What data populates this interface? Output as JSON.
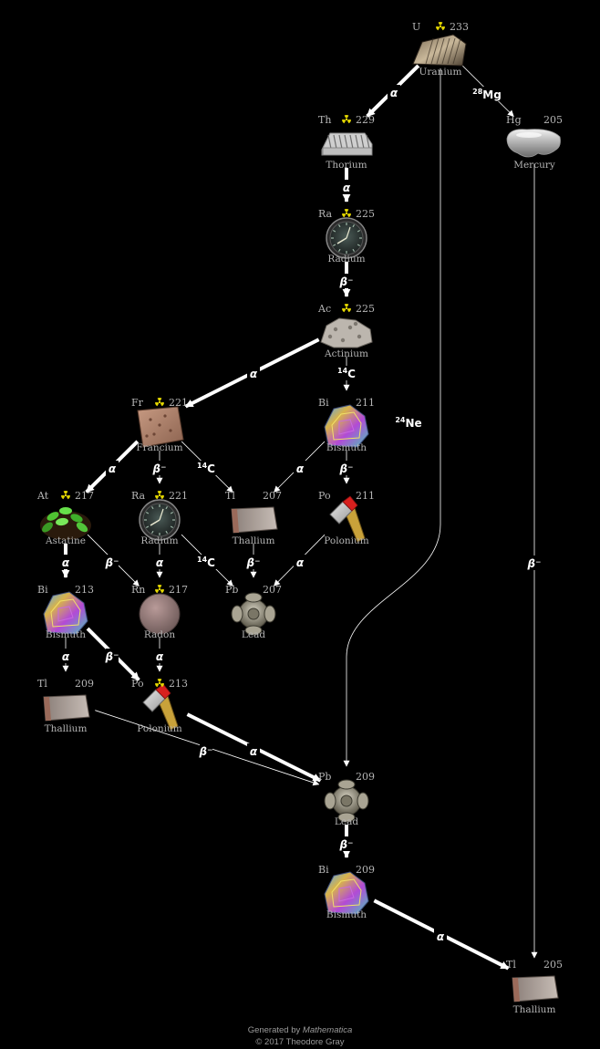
{
  "nodes": [
    {
      "id": "U233",
      "symbol": "U",
      "mass": "233",
      "name": "Uranium",
      "radioactive": true,
      "sample": "uranium"
    },
    {
      "id": "Th229",
      "symbol": "Th",
      "mass": "229",
      "name": "Thorium",
      "radioactive": true,
      "sample": "thorium"
    },
    {
      "id": "Hg205",
      "symbol": "Hg",
      "mass": "205",
      "name": "Mercury",
      "radioactive": false,
      "sample": "mercury"
    },
    {
      "id": "Ra225",
      "symbol": "Ra",
      "mass": "225",
      "name": "Radium",
      "radioactive": true,
      "sample": "radium"
    },
    {
      "id": "Ac225",
      "symbol": "Ac",
      "mass": "225",
      "name": "Actinium",
      "radioactive": true,
      "sample": "actinium"
    },
    {
      "id": "Fr221",
      "symbol": "Fr",
      "mass": "221",
      "name": "Francium",
      "radioactive": true,
      "sample": "francium"
    },
    {
      "id": "Bi211",
      "symbol": "Bi",
      "mass": "211",
      "name": "Bismuth",
      "radioactive": false,
      "sample": "bismuth"
    },
    {
      "id": "At217",
      "symbol": "At",
      "mass": "217",
      "name": "Astatine",
      "radioactive": true,
      "sample": "astatine"
    },
    {
      "id": "Ra221",
      "symbol": "Ra",
      "mass": "221",
      "name": "Radium",
      "radioactive": true,
      "sample": "radium"
    },
    {
      "id": "Tl207",
      "symbol": "Tl",
      "mass": "207",
      "name": "Thallium",
      "radioactive": false,
      "sample": "thallium"
    },
    {
      "id": "Po211",
      "symbol": "Po",
      "mass": "211",
      "name": "Polonium",
      "radioactive": false,
      "sample": "polonium"
    },
    {
      "id": "Bi213",
      "symbol": "Bi",
      "mass": "213",
      "name": "Bismuth",
      "radioactive": false,
      "sample": "bismuth"
    },
    {
      "id": "Rn217",
      "symbol": "Rn",
      "mass": "217",
      "name": "Radon",
      "radioactive": true,
      "sample": "radon"
    },
    {
      "id": "Pb207",
      "symbol": "Pb",
      "mass": "207",
      "name": "Lead",
      "radioactive": false,
      "sample": "lead"
    },
    {
      "id": "Tl209",
      "symbol": "Tl",
      "mass": "209",
      "name": "Thallium",
      "radioactive": false,
      "sample": "thallium"
    },
    {
      "id": "Po213",
      "symbol": "Po",
      "mass": "213",
      "name": "Polonium",
      "radioactive": true,
      "sample": "polonium"
    },
    {
      "id": "Pb209",
      "symbol": "Pb",
      "mass": "209",
      "name": "Lead",
      "radioactive": false,
      "sample": "lead"
    },
    {
      "id": "Bi209",
      "symbol": "Bi",
      "mass": "209",
      "name": "Bismuth",
      "radioactive": false,
      "sample": "bismuth"
    },
    {
      "id": "Tl205",
      "symbol": "Tl",
      "mass": "205",
      "name": "Thallium",
      "radioactive": false,
      "sample": "thallium"
    }
  ],
  "edges": [
    {
      "from": "U233",
      "to": "Th229",
      "decay": "α",
      "weight": "major"
    },
    {
      "from": "U233",
      "to": "Hg205",
      "decay": "28Mg",
      "weight": "minor"
    },
    {
      "from": "U233",
      "to": "Pb209",
      "decay": "24Ne",
      "weight": "minor"
    },
    {
      "from": "Th229",
      "to": "Ra225",
      "decay": "α",
      "weight": "major"
    },
    {
      "from": "Ra225",
      "to": "Ac225",
      "decay": "β⁻",
      "weight": "major"
    },
    {
      "from": "Ac225",
      "to": "Fr221",
      "decay": "α",
      "weight": "major"
    },
    {
      "from": "Ac225",
      "to": "Bi211",
      "decay": "14C",
      "weight": "minor"
    },
    {
      "from": "Fr221",
      "to": "At217",
      "decay": "α",
      "weight": "major"
    },
    {
      "from": "Fr221",
      "to": "Ra221",
      "decay": "β⁻",
      "weight": "minor"
    },
    {
      "from": "Fr221",
      "to": "Tl207",
      "decay": "14C",
      "weight": "minor"
    },
    {
      "from": "Bi211",
      "to": "Tl207",
      "decay": "α",
      "weight": "minor"
    },
    {
      "from": "Bi211",
      "to": "Po211",
      "decay": "β⁻",
      "weight": "minor"
    },
    {
      "from": "At217",
      "to": "Bi213",
      "decay": "α",
      "weight": "major"
    },
    {
      "from": "At217",
      "to": "Rn217",
      "decay": "β⁻",
      "weight": "minor"
    },
    {
      "from": "Ra221",
      "to": "Rn217",
      "decay": "α",
      "weight": "minor"
    },
    {
      "from": "Ra221",
      "to": "Pb207",
      "decay": "14C",
      "weight": "minor"
    },
    {
      "from": "Tl207",
      "to": "Pb207",
      "decay": "β⁻",
      "weight": "minor"
    },
    {
      "from": "Po211",
      "to": "Pb207",
      "decay": "α",
      "weight": "minor"
    },
    {
      "from": "Bi213",
      "to": "Tl209",
      "decay": "α",
      "weight": "minor"
    },
    {
      "from": "Bi213",
      "to": "Po213",
      "decay": "β⁻",
      "weight": "major"
    },
    {
      "from": "Rn217",
      "to": "Po213",
      "decay": "α",
      "weight": "minor"
    },
    {
      "from": "Tl209",
      "to": "Pb209",
      "decay": "β⁻",
      "weight": "minor"
    },
    {
      "from": "Po213",
      "to": "Pb209",
      "decay": "α",
      "weight": "major"
    },
    {
      "from": "Pb209",
      "to": "Bi209",
      "decay": "β⁻",
      "weight": "major"
    },
    {
      "from": "Bi209",
      "to": "Tl205",
      "decay": "α",
      "weight": "major"
    },
    {
      "from": "Hg205",
      "to": "Tl205",
      "decay": "β⁻",
      "weight": "minor"
    }
  ],
  "colors": {
    "background": "#000000",
    "label": "#b5b5b5",
    "edge": "#ffffff",
    "radiation": "#e3d600"
  },
  "footer": {
    "generated_prefix": "Generated by ",
    "generated_app": "Mathematica",
    "copyright": "© 2017 Theodore Gray"
  }
}
